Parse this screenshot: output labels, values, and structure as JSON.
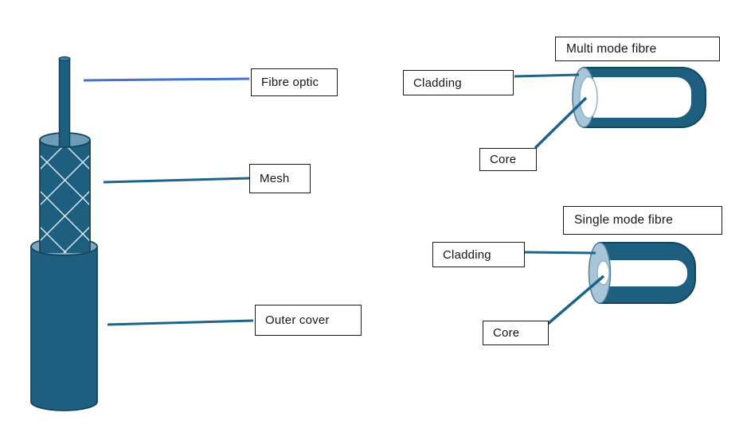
{
  "left_cable": {
    "fibre_optic_label": "Fibre optic",
    "mesh_label": "Mesh",
    "outer_cover_label": "Outer cover"
  },
  "multi_mode": {
    "title": "Multi mode fibre",
    "cladding_label": "Cladding",
    "core_label": "Core"
  },
  "single_mode": {
    "title": "Single mode fibre",
    "cladding_label": "Cladding",
    "core_label": "Core"
  },
  "colors": {
    "cable_fill": "#1e5f7f",
    "cable_outline": "#15455b",
    "rod_top_face": "#3c7ea2",
    "mesh_top_face": "#6d9cb8",
    "outer_cover_top_face": "#7fa6bc",
    "fibre_end_face": "#a9c6d8",
    "end_face_outline": "#4d7f9e",
    "core_outline": "#8fb4cc",
    "tube_interior": "#ffffff",
    "mesh_hatch": "#ddecf6",
    "leader_blue": "#4472c4",
    "leader_teal": "#1f6386",
    "label_border": "#1a1a1a",
    "label_background": "#ffffff"
  }
}
